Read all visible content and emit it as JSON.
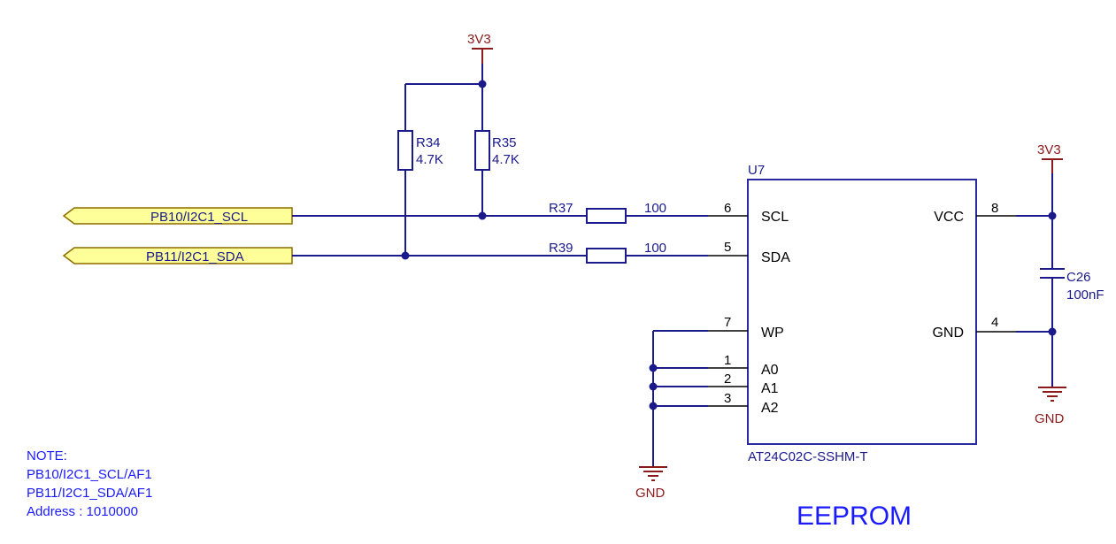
{
  "power": {
    "top_label": "3V3",
    "right_label": "3V3",
    "gnd_left": "GND",
    "gnd_right": "GND"
  },
  "nets": {
    "scl": "PB10/I2C1_SCL",
    "sda": "PB11/I2C1_SDA"
  },
  "resistors": {
    "r34": {
      "ref": "R34",
      "value": "4.7K"
    },
    "r35": {
      "ref": "R35",
      "value": "4.7K"
    },
    "r37": {
      "ref": "R37",
      "value": "100"
    },
    "r39": {
      "ref": "R39",
      "value": "100"
    }
  },
  "capacitor": {
    "ref": "C26",
    "value": "100nF"
  },
  "chip": {
    "ref": "U7",
    "part": "AT24C02C-SSHM-T",
    "pins_left": [
      {
        "num": "6",
        "name": "SCL"
      },
      {
        "num": "5",
        "name": "SDA"
      },
      {
        "num": "7",
        "name": "WP"
      },
      {
        "num": "1",
        "name": "A0"
      },
      {
        "num": "2",
        "name": "A1"
      },
      {
        "num": "3",
        "name": "A2"
      }
    ],
    "pins_right": [
      {
        "num": "8",
        "name": "VCC"
      },
      {
        "num": "4",
        "name": "GND"
      }
    ]
  },
  "note": {
    "title": "NOTE:",
    "lines": [
      "PB10/I2C1_SCL/AF1",
      "PB11/I2C1_SDA/AF1",
      "Address : 1010000"
    ]
  },
  "section_title": "EEPROM",
  "colors": {
    "wire": "#1a1a8c",
    "power": "#8b1a1a",
    "port_fill": "#ffff99",
    "note": "#1a1aff"
  }
}
